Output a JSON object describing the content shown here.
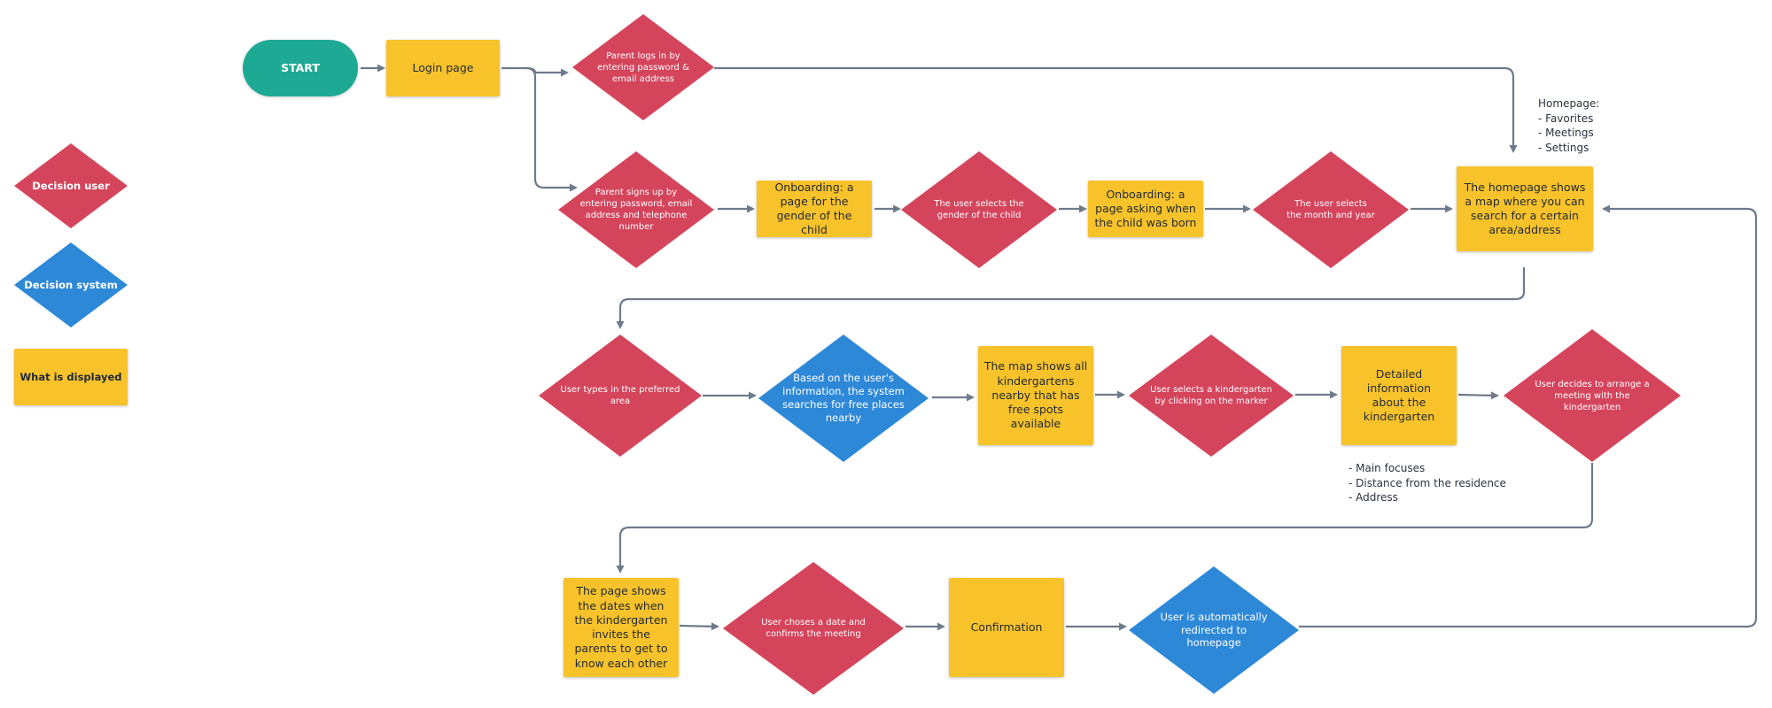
{
  "colors": {
    "decision_user": "#d4455c",
    "decision_system": "#2e88d8",
    "displayed": "#f8c22a",
    "start": "#1ea994",
    "connector": "#6e7b8b"
  },
  "legend": {
    "decision_user": "Decision user",
    "decision_system": "Decision system",
    "displayed": "What is displayed"
  },
  "flow": {
    "start": "START",
    "login_page": "Login page",
    "parent_logs_in": "Parent logs in by entering password & email address",
    "parent_signs_up": "Parent signs up by entering password, email address and telephone number",
    "onboarding_gender": "Onboarding: a page for the gender of the child",
    "user_selects_gender": "The user selects the gender of the child",
    "onboarding_birth": "Onboarding: a page asking when the child was born",
    "user_selects_month_year": "The user selects the month and year",
    "homepage_map": "The homepage shows a map where you can search for a certain area/address",
    "user_types_area": "User types in the preferred area",
    "system_searches": "Based on the user's information, the system searches for free places nearby",
    "map_shows_kindergartens": "The map shows all kindergartens nearby that has free spots available",
    "user_selects_kindergarten": "User selects a kindergarten by clicking on the marker",
    "detailed_info": "Detailed information about the kindergarten",
    "user_arranges_meeting": "User decides to arrange a meeting with the kindergarten",
    "page_shows_dates": "The page shows the dates when the kindergarten invites the parents to get to know each other",
    "user_chooses_date": "User choses a date and confirms the meeting",
    "confirmation": "Confirmation",
    "auto_redirect": "User is automatically redirected to homepage"
  },
  "notes": {
    "homepage_title": "Homepage:",
    "homepage_items": [
      "- Favorites",
      "- Meetings",
      "- Settings"
    ],
    "details_items": [
      "- Main focuses",
      "- Distance from the residence",
      "- Address"
    ]
  }
}
